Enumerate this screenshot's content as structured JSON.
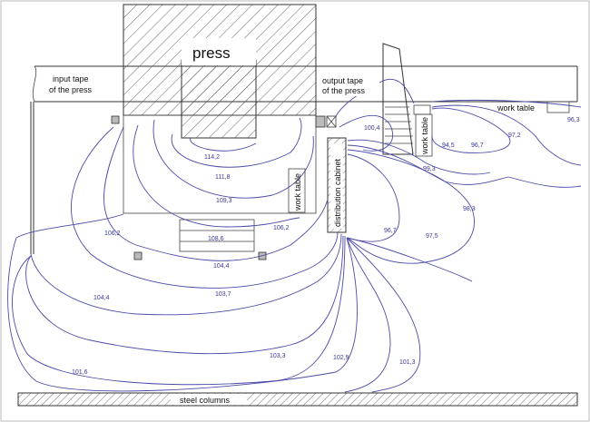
{
  "labels": {
    "press": "press",
    "input_tape": [
      "input tape",
      "of the press"
    ],
    "output_tape": [
      "output tape",
      "of the press"
    ],
    "work_table_right": "work table",
    "work_table_center": "work table",
    "work_table_small": "work table",
    "distribution_cabinet": "distribution cabinet",
    "steel_columns": "steel columns"
  },
  "contour_values": [
    "114,2",
    "111,8",
    "109,3",
    "108,6",
    "106,2",
    "106,2",
    "104,4",
    "104,4",
    "103,7",
    "103,3",
    "102,9",
    "101,6",
    "101,3",
    "100,4",
    "99,3",
    "98,3",
    "97,5",
    "97,2",
    "96,7",
    "96,7",
    "94,5",
    "96,3"
  ],
  "colors": {
    "isoline": "#4b4aa8",
    "structure": "#333333"
  }
}
